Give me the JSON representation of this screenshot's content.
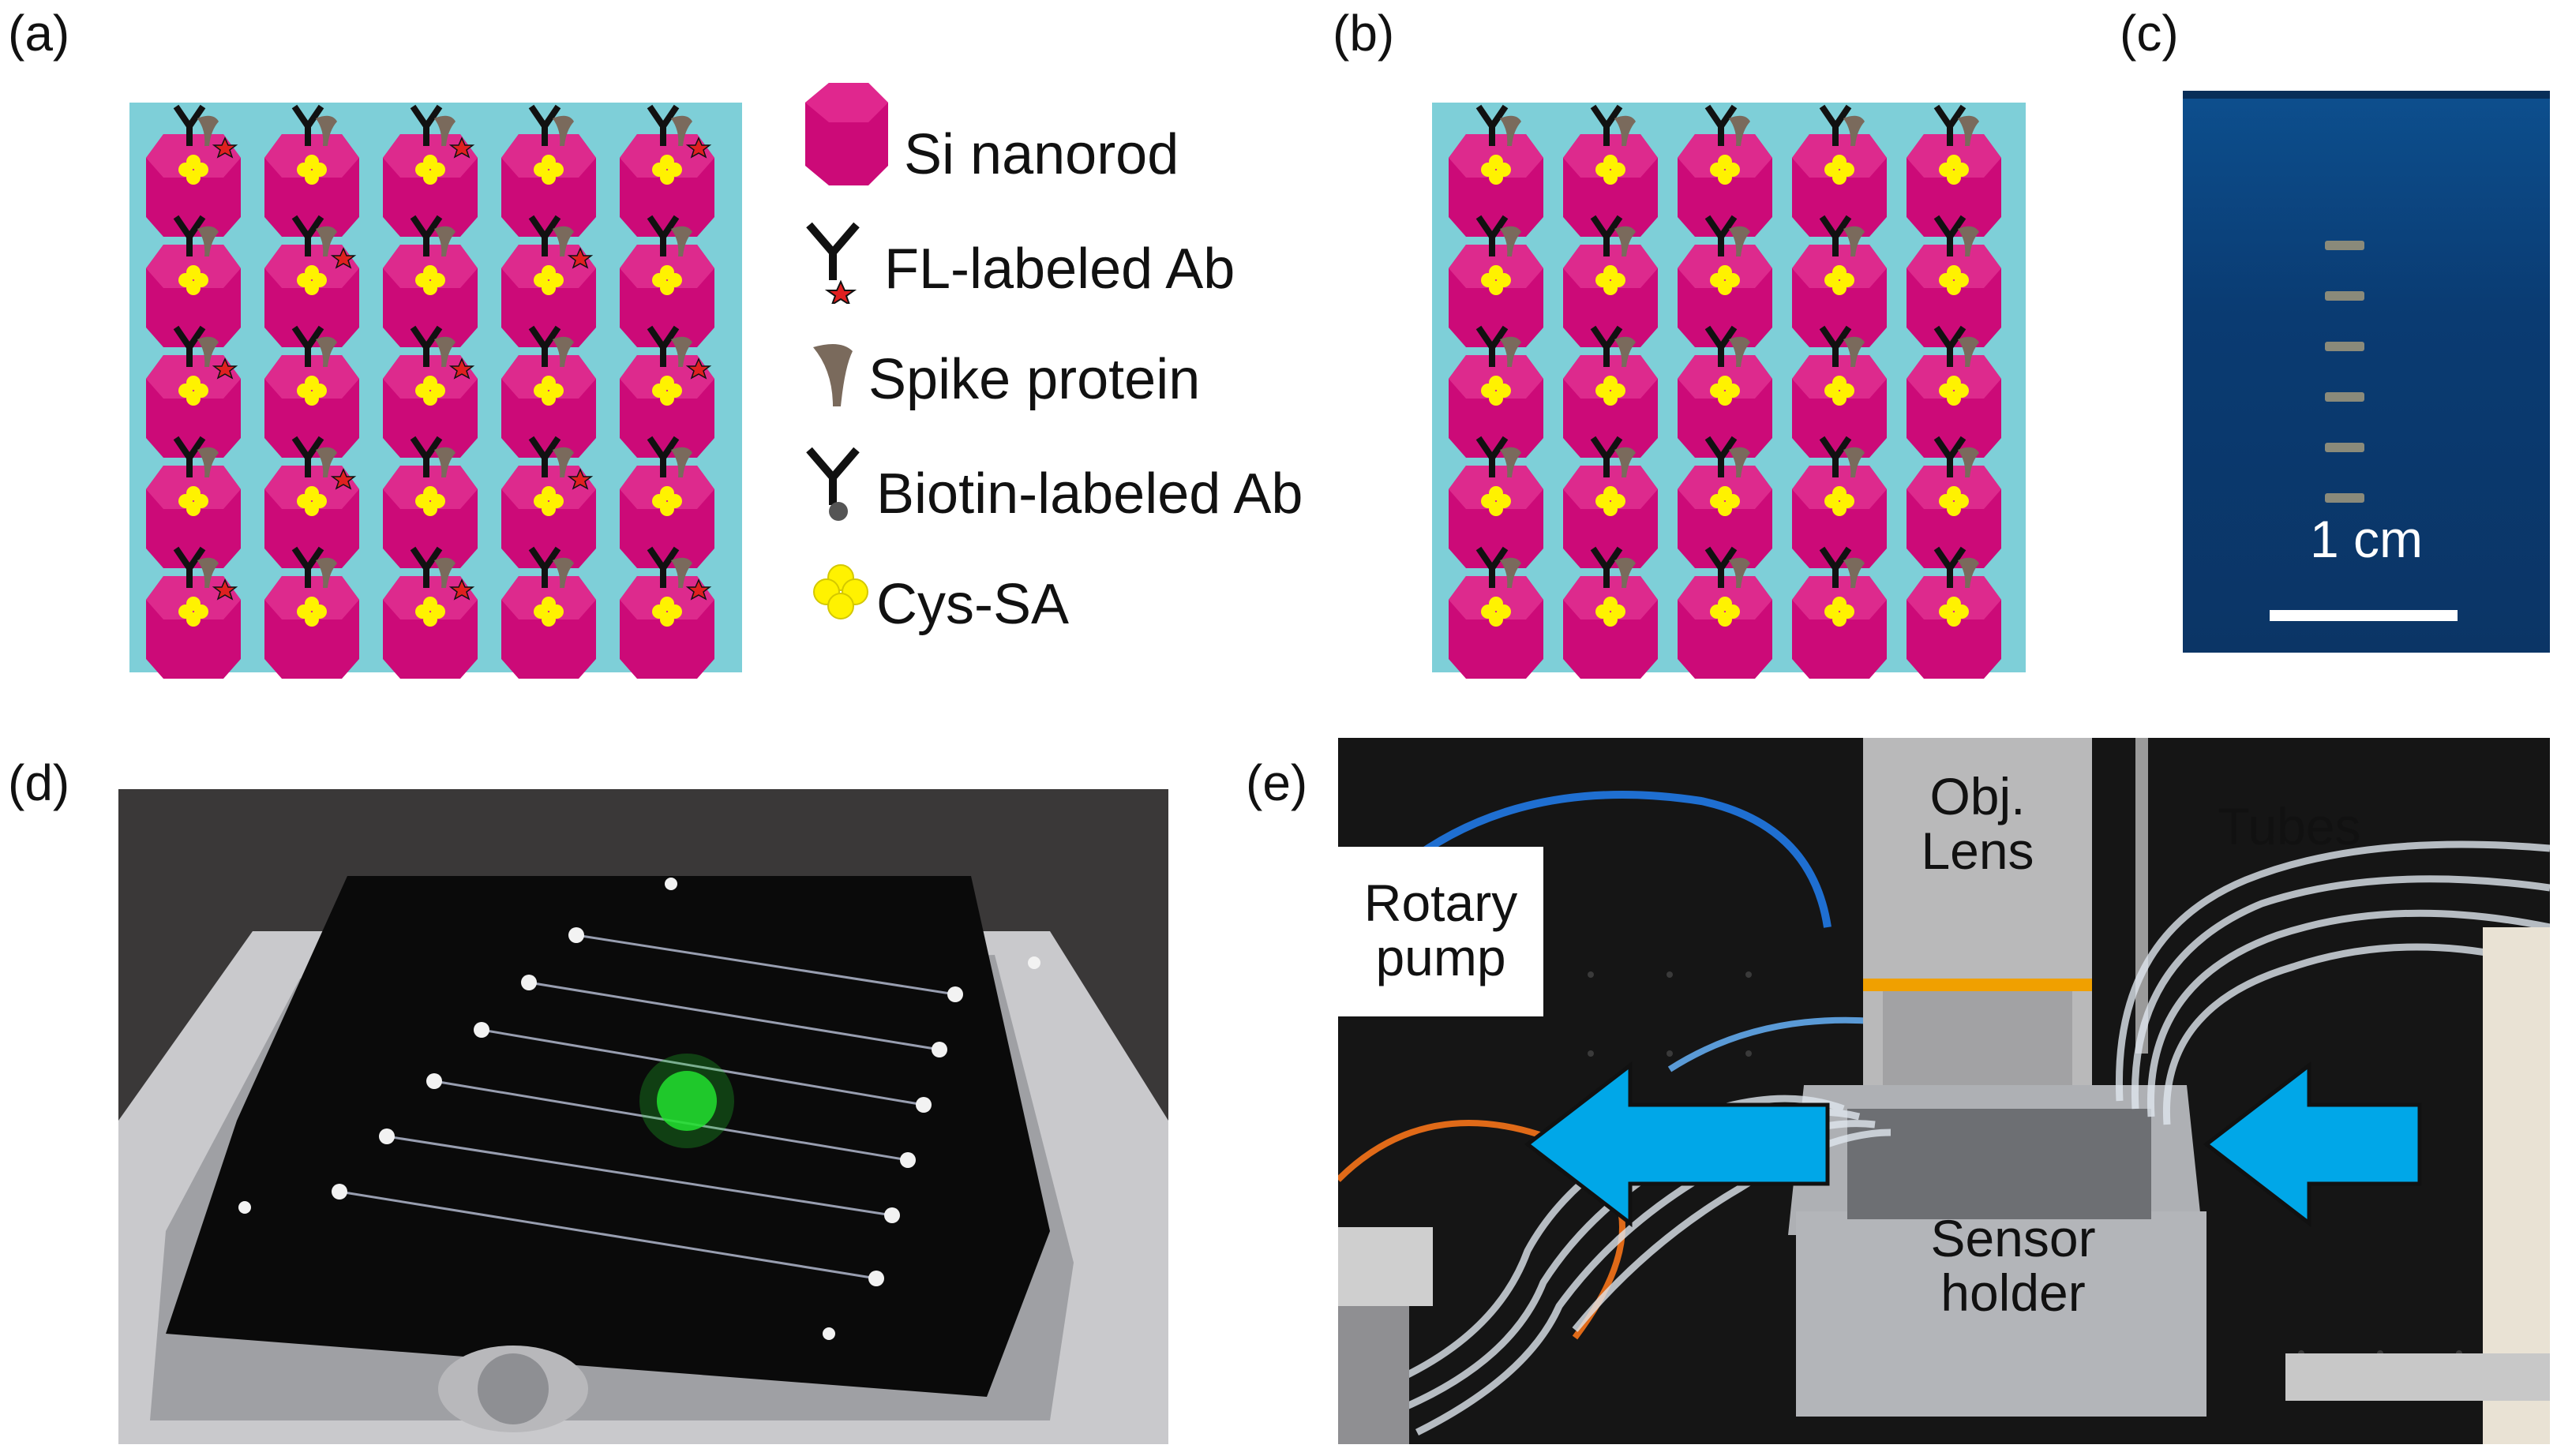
{
  "panels": {
    "a": {
      "letter": "(a)"
    },
    "b": {
      "letter": "(b)"
    },
    "c": {
      "letter": "(c)",
      "scale_label": "1 cm"
    },
    "d": {
      "letter": "(d)"
    },
    "e": {
      "letter": "(e)",
      "obj_line1": "Obj.",
      "obj_line2": "Lens",
      "tubes": "Tubes",
      "pump_line1": "Rotary",
      "pump_line2": "pump",
      "sensor_line1": "Sensor",
      "sensor_line2": "holder"
    }
  },
  "legend": {
    "nanorod": "Si nanorod",
    "fl_ab": "FL-labeled Ab",
    "spike": "Spike protein",
    "biotin_ab": "Biotin-labeled Ab",
    "cys_sa": "Cys-SA"
  },
  "colors": {
    "substrate": "#7ecfd8",
    "nanorod": "#cc0a78",
    "cys_sa": "#fff200",
    "spike": "#7a6a5c",
    "fl_star": "#e02020",
    "arrow": "#00a7e8",
    "chip_blue": "#0b3a6e"
  }
}
